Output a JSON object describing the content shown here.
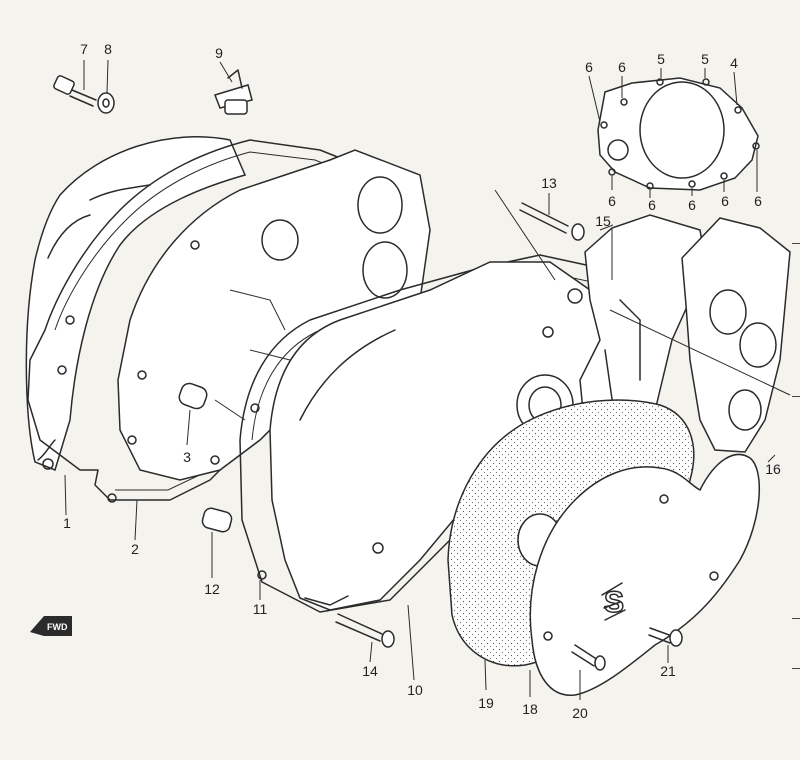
{
  "labels": {
    "l1": "1",
    "l2": "2",
    "l3": "3",
    "l4": "4",
    "l5a": "5",
    "l5b": "5",
    "l6a": "6",
    "l6b": "6",
    "l6c": "6",
    "l6d": "6",
    "l6e": "6",
    "l6f": "6",
    "l6g": "6",
    "l7": "7",
    "l8": "8",
    "l9": "9",
    "l10": "10",
    "l11": "11",
    "l12": "12",
    "l13": "13",
    "l14": "14",
    "l15": "15",
    "l16": "16",
    "l18": "18",
    "l19": "19",
    "l20": "20",
    "l21": "21"
  },
  "fwd": "FWD",
  "logo": "S"
}
